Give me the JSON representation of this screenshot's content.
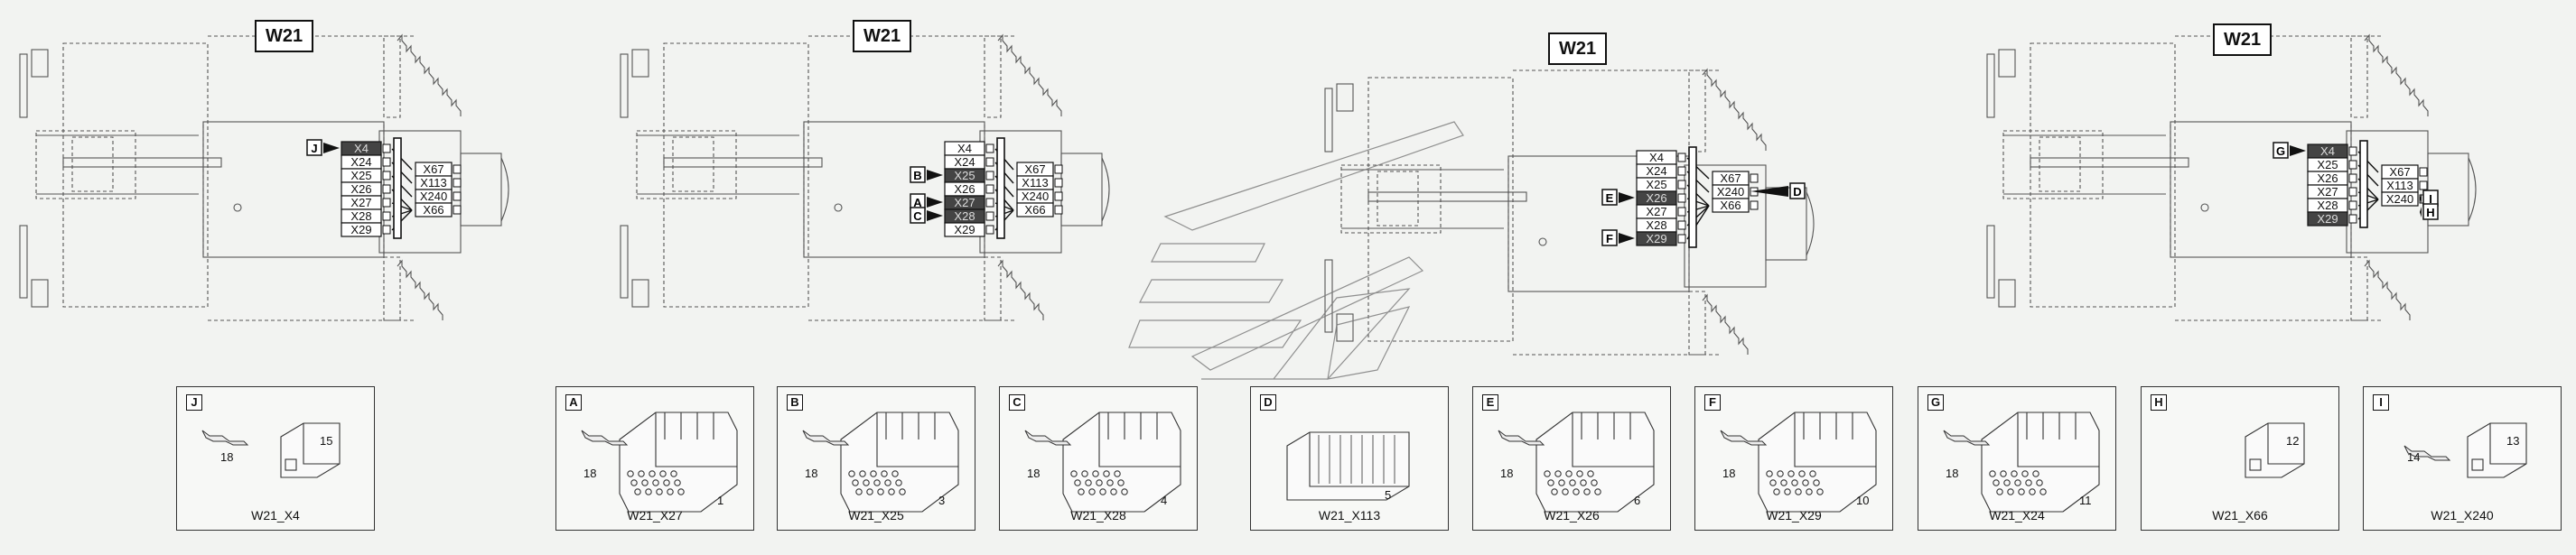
{
  "panels": [
    {
      "title": "W21",
      "left_stack": [
        "X4",
        "X24",
        "X25",
        "X26",
        "X27",
        "X28",
        "X29"
      ],
      "right_stack": [
        "X67",
        "X113",
        "X240",
        "X66"
      ],
      "callouts": [
        "J"
      ]
    },
    {
      "title": "W21",
      "left_stack": [
        "X4",
        "X24",
        "X25",
        "X26",
        "X27",
        "X28",
        "X29"
      ],
      "right_stack": [
        "X67",
        "X113",
        "X240",
        "X66"
      ],
      "callouts": [
        "B",
        "A",
        "C"
      ]
    },
    {
      "title": "W21",
      "left_stack": [
        "X4",
        "X24",
        "X25",
        "X26",
        "X27",
        "X28",
        "X29"
      ],
      "right_stack": [
        "X67",
        "X240",
        "X66"
      ],
      "callouts": [
        "E",
        "F",
        "D"
      ]
    },
    {
      "title": "W21",
      "left_stack": [
        "X4",
        "X25",
        "X26",
        "X27",
        "X28",
        "X29"
      ],
      "right_stack": [
        "X67",
        "X113",
        "X240"
      ],
      "callouts": [
        "G",
        "I",
        "H"
      ]
    }
  ],
  "connectors": [
    {
      "tag": "J",
      "caption": "W21_X4",
      "numbers": [
        "18",
        "15"
      ]
    },
    {
      "tag": "A",
      "caption": "W21_X27",
      "numbers": [
        "18",
        "1"
      ]
    },
    {
      "tag": "B",
      "caption": "W21_X25",
      "numbers": [
        "18",
        "3"
      ]
    },
    {
      "tag": "C",
      "caption": "W21_X28",
      "numbers": [
        "18",
        "4"
      ]
    },
    {
      "tag": "D",
      "caption": "W21_X113",
      "numbers": [
        "5"
      ]
    },
    {
      "tag": "E",
      "caption": "W21_X26",
      "numbers": [
        "18",
        "6"
      ]
    },
    {
      "tag": "F",
      "caption": "W21_X29",
      "numbers": [
        "18",
        "10"
      ]
    },
    {
      "tag": "G",
      "caption": "W21_X24",
      "numbers": [
        "18",
        "11"
      ]
    },
    {
      "tag": "H",
      "caption": "W21_X66",
      "numbers": [
        "12"
      ]
    },
    {
      "tag": "I",
      "caption": "W21_X240",
      "numbers": [
        "14",
        "13"
      ]
    }
  ]
}
